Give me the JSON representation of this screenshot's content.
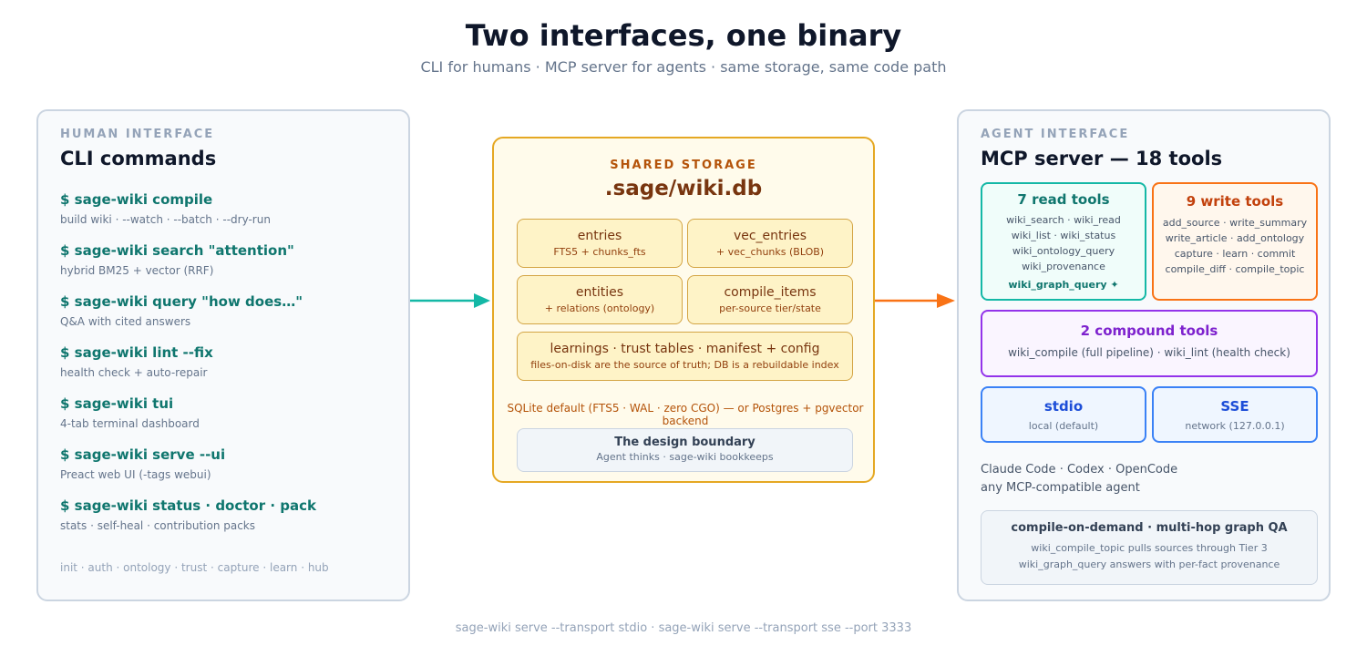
{
  "title": "Two interfaces, one binary",
  "subtitle": "CLI for humans · MCP server for agents · same storage, same code path",
  "footer": "sage-wiki serve --transport stdio · sage-wiki serve --transport sse --port 3333",
  "left": {
    "kicker": "HUMAN INTERFACE",
    "heading": "CLI commands",
    "commands": [
      {
        "cmd": "$ sage-wiki compile",
        "desc": "build wiki · --watch · --batch · --dry-run"
      },
      {
        "cmd": "$ sage-wiki search \"attention\"",
        "desc": "hybrid BM25 + vector (RRF)"
      },
      {
        "cmd": "$ sage-wiki query \"how does…\"",
        "desc": "Q&A with cited answers"
      },
      {
        "cmd": "$ sage-wiki lint --fix",
        "desc": "health check + auto-repair"
      },
      {
        "cmd": "$ sage-wiki tui",
        "desc": "4-tab terminal dashboard"
      },
      {
        "cmd": "$ sage-wiki serve --ui",
        "desc": "Preact web UI (-tags webui)"
      },
      {
        "cmd": "$ sage-wiki status · doctor · pack",
        "desc": "stats · self-heal · contribution packs"
      }
    ],
    "misc": "init · auth · ontology · trust · capture · learn · hub"
  },
  "center": {
    "kicker": "SHARED STORAGE",
    "heading": ".sage/wiki.db",
    "cells": [
      {
        "title": "entries",
        "sub": "FTS5 + chunks_fts"
      },
      {
        "title": "vec_entries",
        "sub": "+ vec_chunks (BLOB)"
      },
      {
        "title": "entities",
        "sub": "+ relations (ontology)"
      },
      {
        "title": "compile_items",
        "sub": "per-source tier/state"
      }
    ],
    "wide": {
      "title": "learnings · trust tables · manifest + config",
      "sub": "files-on-disk are the source of truth; DB is a rebuildable index"
    },
    "backend": "SQLite default (FTS5 · WAL · zero CGO) — or Postgres + pgvector backend",
    "boundary": {
      "title": "The design boundary",
      "sub": "Agent thinks · sage-wiki bookkeeps"
    }
  },
  "right": {
    "kicker": "AGENT INTERFACE",
    "heading": "MCP server — 18 tools",
    "read": {
      "title": "7 read tools",
      "lines": [
        "wiki_search · wiki_read",
        "wiki_list · wiki_status",
        "wiki_ontology_query",
        "wiki_provenance"
      ],
      "highlight": "wiki_graph_query ✦"
    },
    "write": {
      "title": "9 write tools",
      "lines": [
        "add_source · write_summary",
        "write_article · add_ontology",
        "capture · learn · commit",
        "compile_diff · compile_topic"
      ]
    },
    "compound": {
      "title": "2 compound tools",
      "line": "wiki_compile (full pipeline) · wiki_lint (health check)"
    },
    "stdio": {
      "title": "stdio",
      "sub": "local (default)"
    },
    "sse": {
      "title": "SSE",
      "sub": "network (127.0.0.1)"
    },
    "clients": [
      "Claude Code · Codex · OpenCode",
      "any MCP-compatible agent"
    ],
    "qa": {
      "title": "compile-on-demand · multi-hop graph QA",
      "lines": [
        "wiki_compile_topic pulls sources through Tier 3",
        "wiki_graph_query answers with per-fact provenance"
      ]
    }
  },
  "colors": {
    "teal": "#14b8a6",
    "orange": "#f97316",
    "amber": "#e5a823",
    "purple": "#9333ea",
    "blue": "#2563eb"
  }
}
